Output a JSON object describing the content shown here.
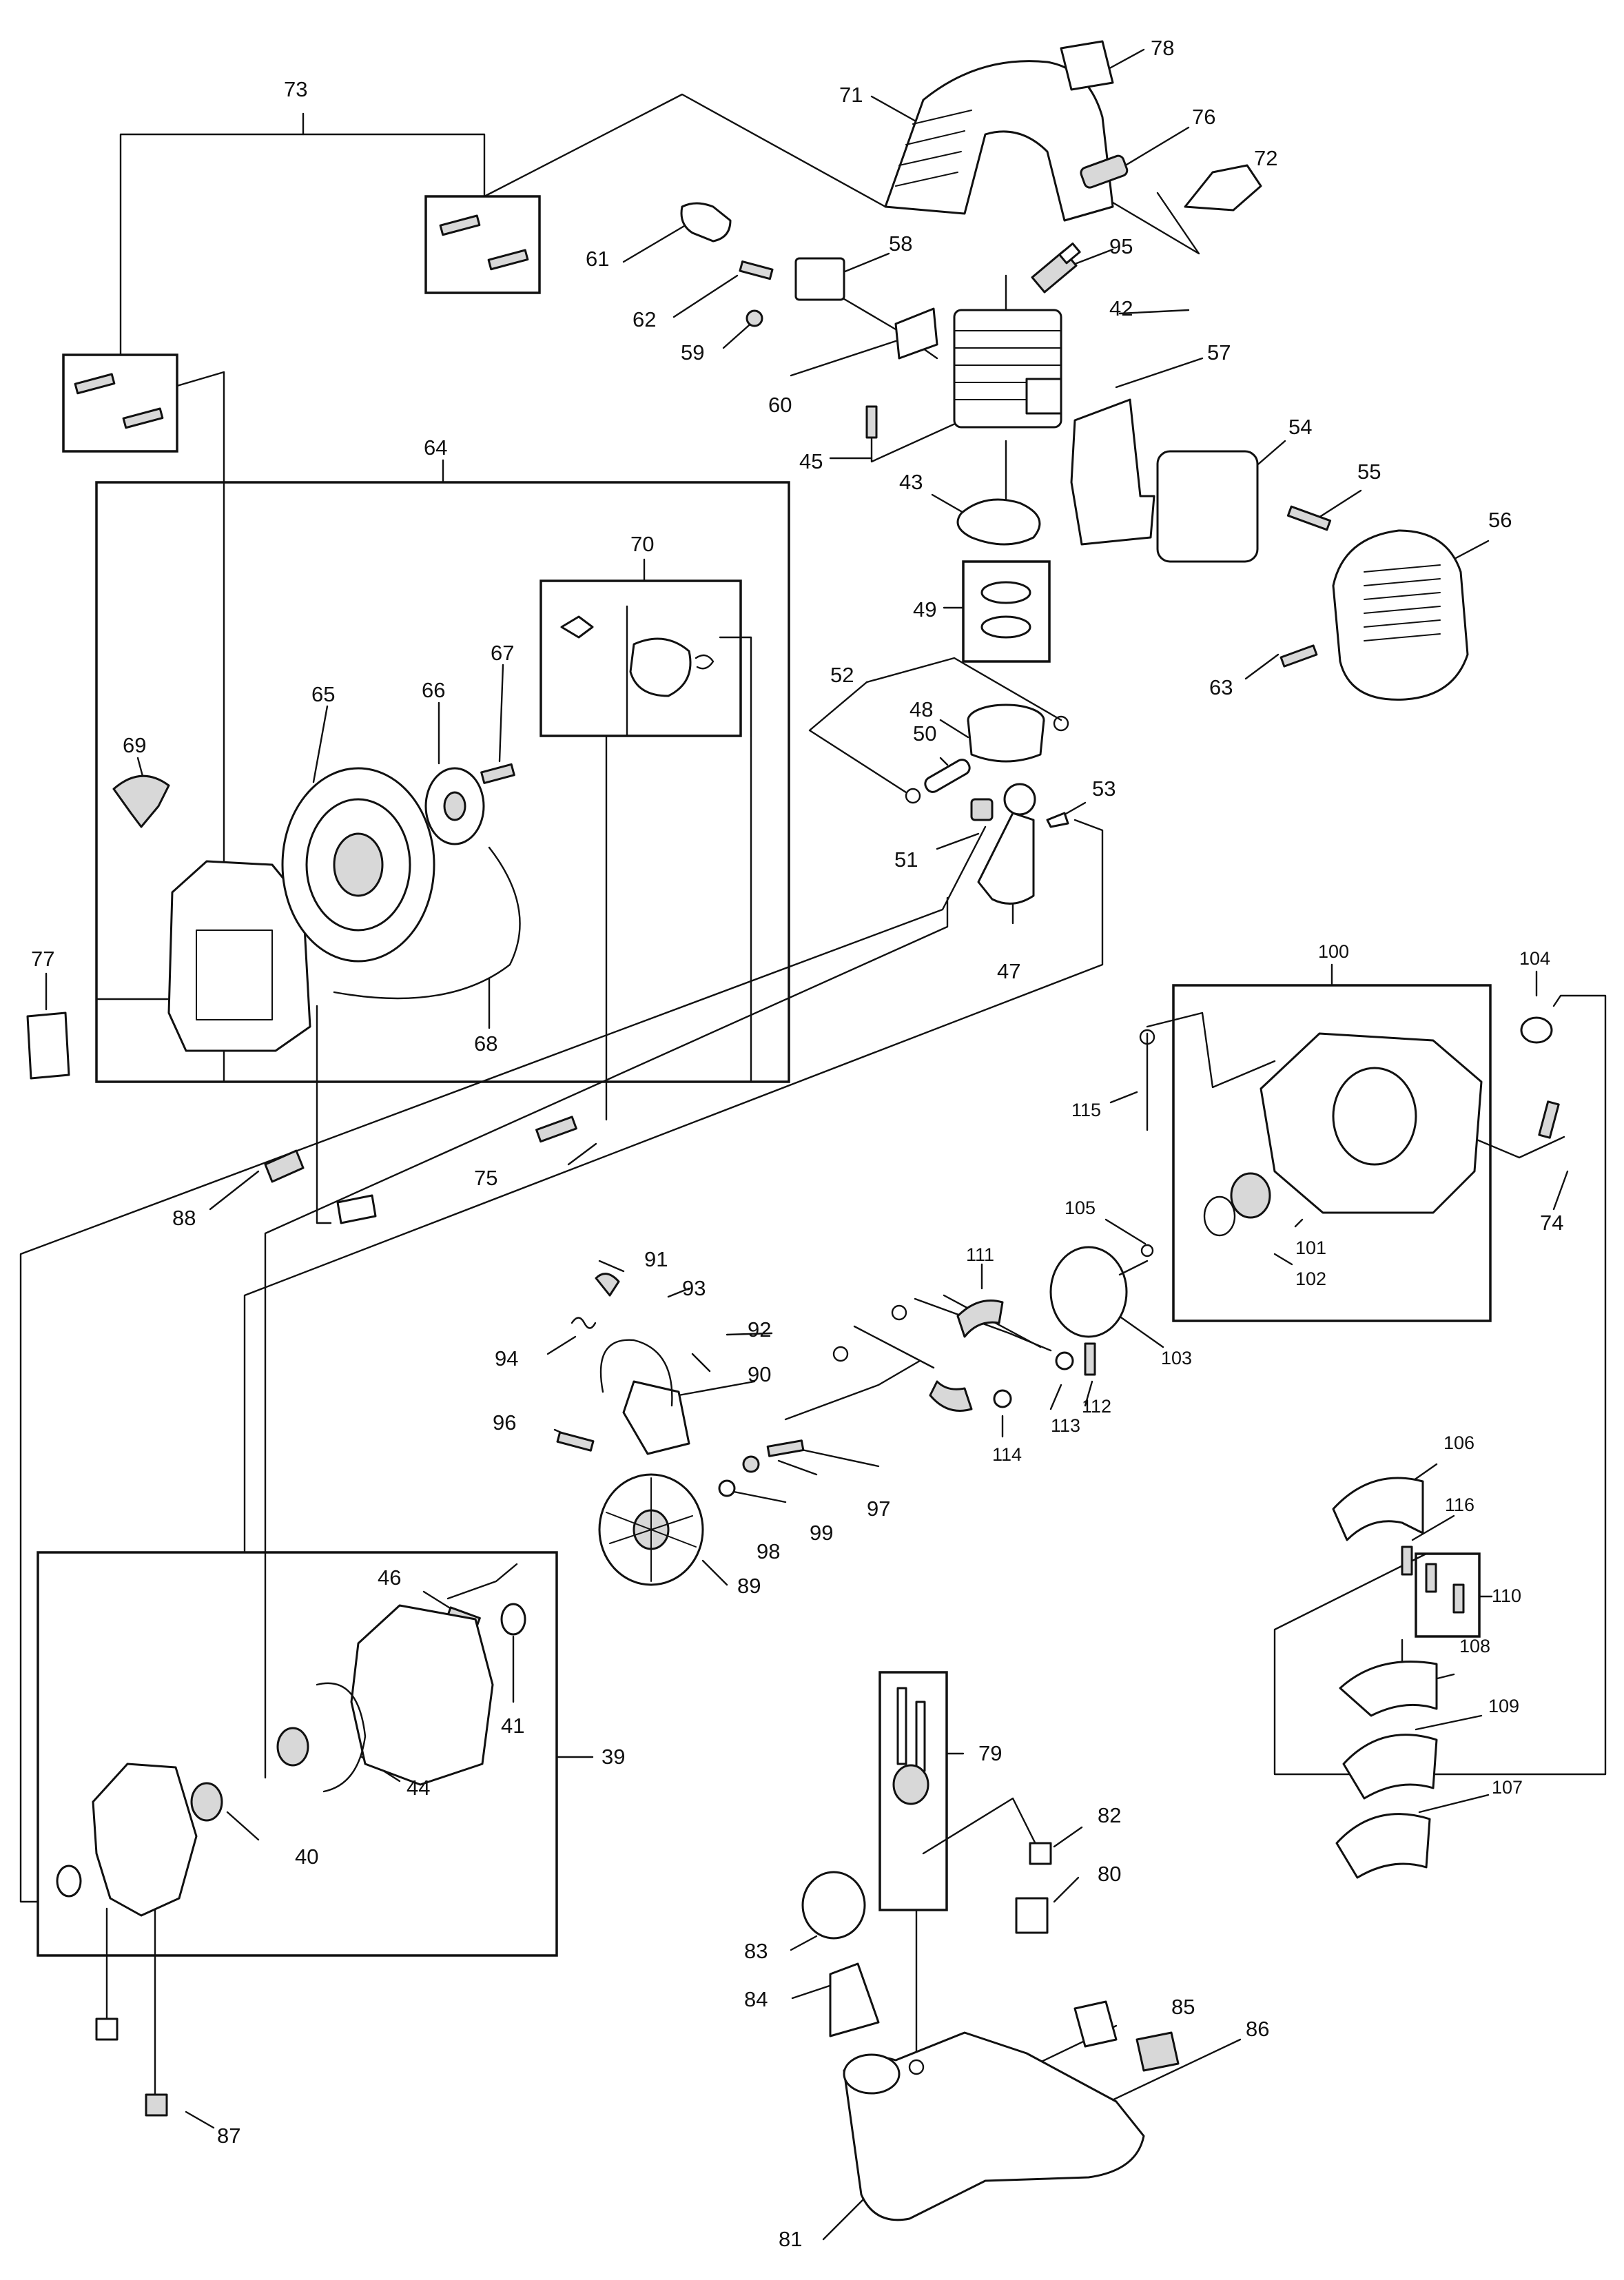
{
  "callouts": [
    "73",
    "71",
    "78",
    "76",
    "72",
    "95",
    "58",
    "42",
    "61",
    "62",
    "59",
    "60",
    "57",
    "54",
    "55",
    "56",
    "45",
    "43",
    "49",
    "63",
    "64",
    "70",
    "69",
    "65",
    "66",
    "67",
    "52",
    "48",
    "50",
    "53",
    "51",
    "47",
    "77",
    "68",
    "100",
    "104",
    "115",
    "74",
    "101",
    "102",
    "75",
    "88",
    "105",
    "111",
    "103",
    "113",
    "112",
    "114",
    "91",
    "93",
    "92",
    "94",
    "90",
    "96",
    "97",
    "99",
    "98",
    "89",
    "106",
    "116",
    "110",
    "108",
    "109",
    "107",
    "46",
    "41",
    "44",
    "39",
    "40",
    "79",
    "82",
    "80",
    "83",
    "84",
    "85",
    "86",
    "81",
    "87"
  ]
}
